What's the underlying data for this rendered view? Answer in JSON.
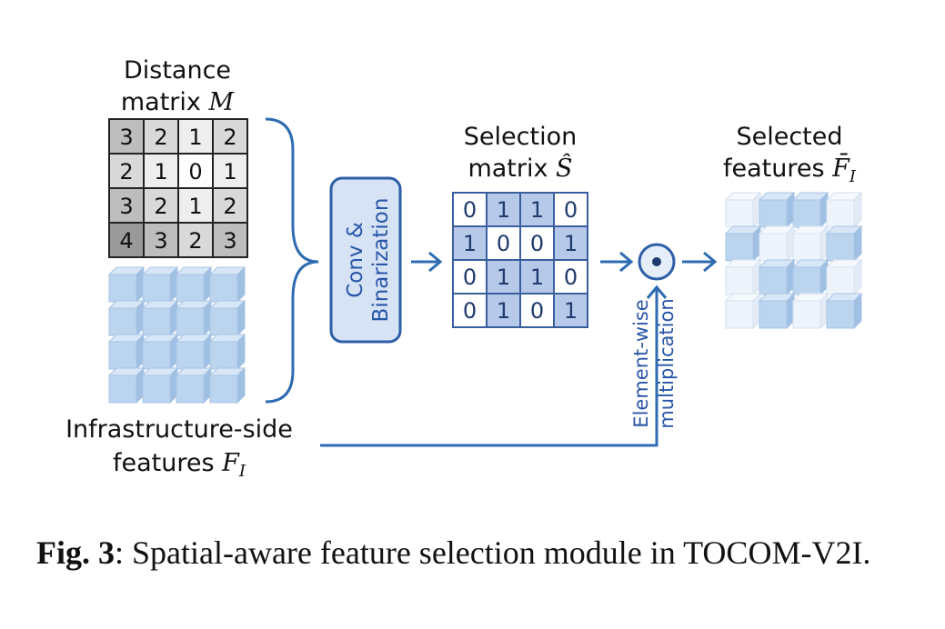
{
  "distance_matrix": {
    "title_line1": "Distance",
    "title_line2_text": "matrix ",
    "title_line2_symbol": "M",
    "values": [
      [
        3,
        2,
        1,
        2
      ],
      [
        2,
        1,
        0,
        1
      ],
      [
        3,
        2,
        1,
        2
      ],
      [
        4,
        3,
        2,
        3
      ]
    ]
  },
  "infra_features": {
    "label_line1": "Infrastructure-side",
    "label_line2_text": "features ",
    "label_symbol": "F",
    "label_subscript": "I"
  },
  "conv_block": {
    "line1": "Conv &",
    "line2": "Binarization"
  },
  "selection_matrix": {
    "title_line1": "Selection",
    "title_line2_text": "matrix ",
    "title_symbol": "Ŝ",
    "values": [
      [
        0,
        1,
        1,
        0
      ],
      [
        1,
        0,
        0,
        1
      ],
      [
        0,
        1,
        1,
        0
      ],
      [
        0,
        1,
        0,
        1
      ]
    ]
  },
  "operator": {
    "symbol": "⊙",
    "label_line1": "Element-wise",
    "label_line2": "multiplication"
  },
  "selected_features": {
    "title_line1": "Selected",
    "title_line2_text": "features ",
    "title_symbol": "F̄",
    "title_subscript": "I",
    "mask": [
      [
        0,
        1,
        1,
        0
      ],
      [
        1,
        0,
        0,
        1
      ],
      [
        0,
        1,
        1,
        0
      ],
      [
        0,
        1,
        0,
        1
      ]
    ]
  },
  "caption": {
    "fig_label": "Fig. 3",
    "text": ": Spatial-aware feature selection module in TOCOM-V2I."
  },
  "colors": {
    "accent": "#2e6bb0",
    "cube_face": "#bcd5ef",
    "cube_top": "#d8e7f7",
    "cube_side": "#9fbfe3",
    "selected_cell": "#b7c9e8",
    "faded_cube": "#eef4fb"
  }
}
